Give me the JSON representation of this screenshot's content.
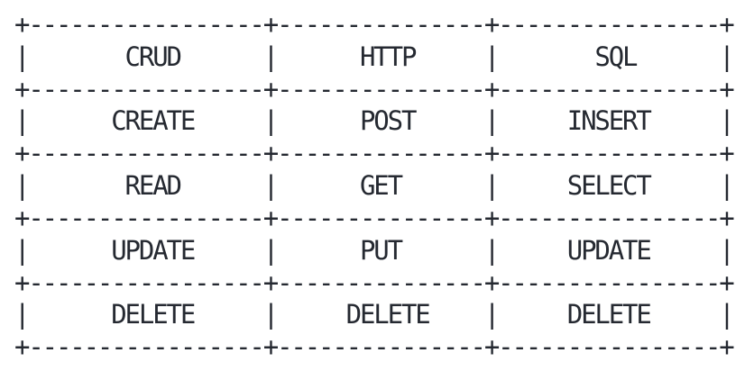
{
  "colors": {
    "text": "#252931",
    "background": "#ffffff"
  },
  "table": {
    "columns": [
      "CRUD",
      "HTTP",
      "SQL"
    ],
    "rows": [
      [
        "CREATE",
        "POST",
        "INSERT"
      ],
      [
        "READ",
        "GET",
        "SELECT"
      ],
      [
        "UPDATE",
        "PUT",
        "UPDATE"
      ],
      [
        "DELETE",
        "DELETE",
        "DELETE"
      ]
    ]
  },
  "ascii": {
    "lines": [
      "+-----------------+---------------+----------------+",
      "|       CRUD      |      HTTP     |       SQL      |",
      "+-----------------+---------------+----------------+",
      "|      CREATE     |      POST     |     INSERT     |",
      "+-----------------+---------------+----------------+",
      "|       READ      |      GET      |     SELECT     |",
      "+-----------------+---------------+----------------+",
      "|      UPDATE     |      PUT      |     UPDATE     |",
      "+-----------------+---------------+----------------+",
      "|      DELETE     |     DELETE    |     DELETE     |",
      "+-----------------+---------------+----------------+"
    ]
  }
}
